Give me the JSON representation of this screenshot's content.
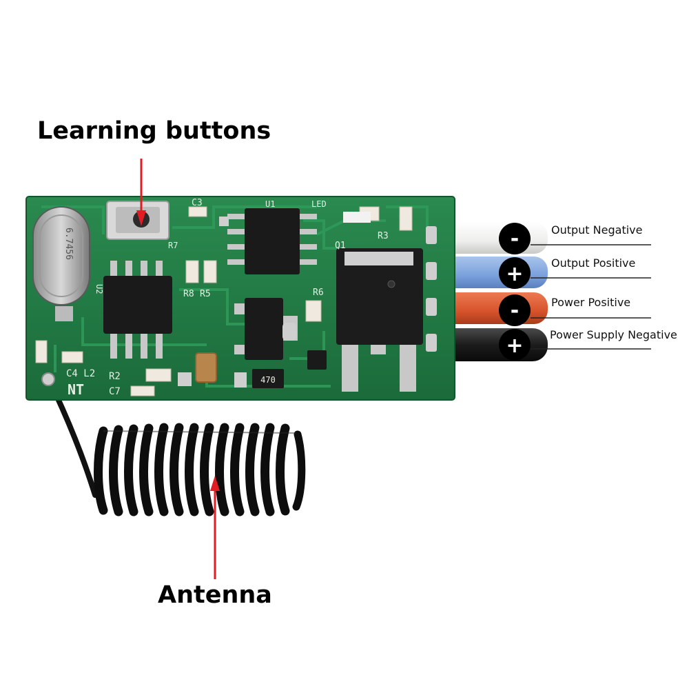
{
  "callouts": {
    "learning_buttons": "Learning buttons",
    "antenna": "Antenna"
  },
  "wires": [
    {
      "label": "Output Negative",
      "sign": "-",
      "wire_color": "#f4f4f2"
    },
    {
      "label": "Output Positive",
      "sign": "+",
      "wire_color": "#7fa6de"
    },
    {
      "label": "Power Positive",
      "sign": "-",
      "wire_color": "#d8552c"
    },
    {
      "label": "Power Supply Negative",
      "sign": "+",
      "wire_color": "#1a1a1a"
    }
  ],
  "board": {
    "crystal_marking": "6.7456",
    "resistor_marking": "470",
    "silkscreen": {
      "c3": "C3",
      "u1": "U1",
      "led": "LED",
      "r3": "R3",
      "q1": "Q1",
      "r8": "R8",
      "r5": "R5",
      "r6": "R6",
      "r7": "R7",
      "c4l2": "C4 L2",
      "r2": "R2",
      "c7": "C7",
      "u2": "U2",
      "nt": "NT"
    },
    "pcb_color": "#1f7a43",
    "arrow_color": "#e31b23"
  }
}
